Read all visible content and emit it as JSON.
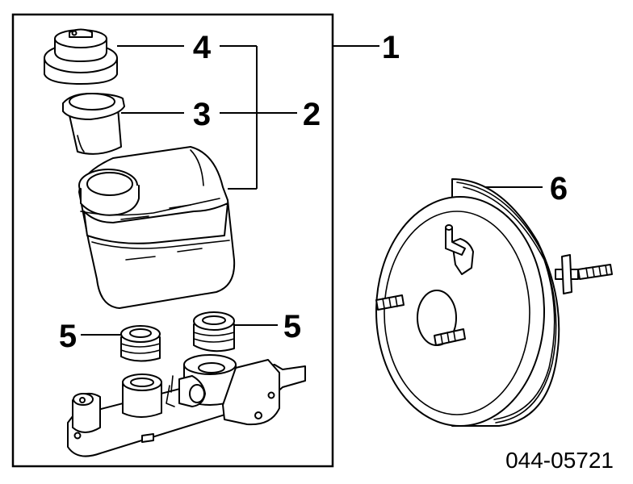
{
  "callouts": {
    "c1": "1",
    "c2": "2",
    "c3": "3",
    "c4": "4",
    "c5a": "5",
    "c5b": "5",
    "c6": "6"
  },
  "diagram_code": "044-05721"
}
